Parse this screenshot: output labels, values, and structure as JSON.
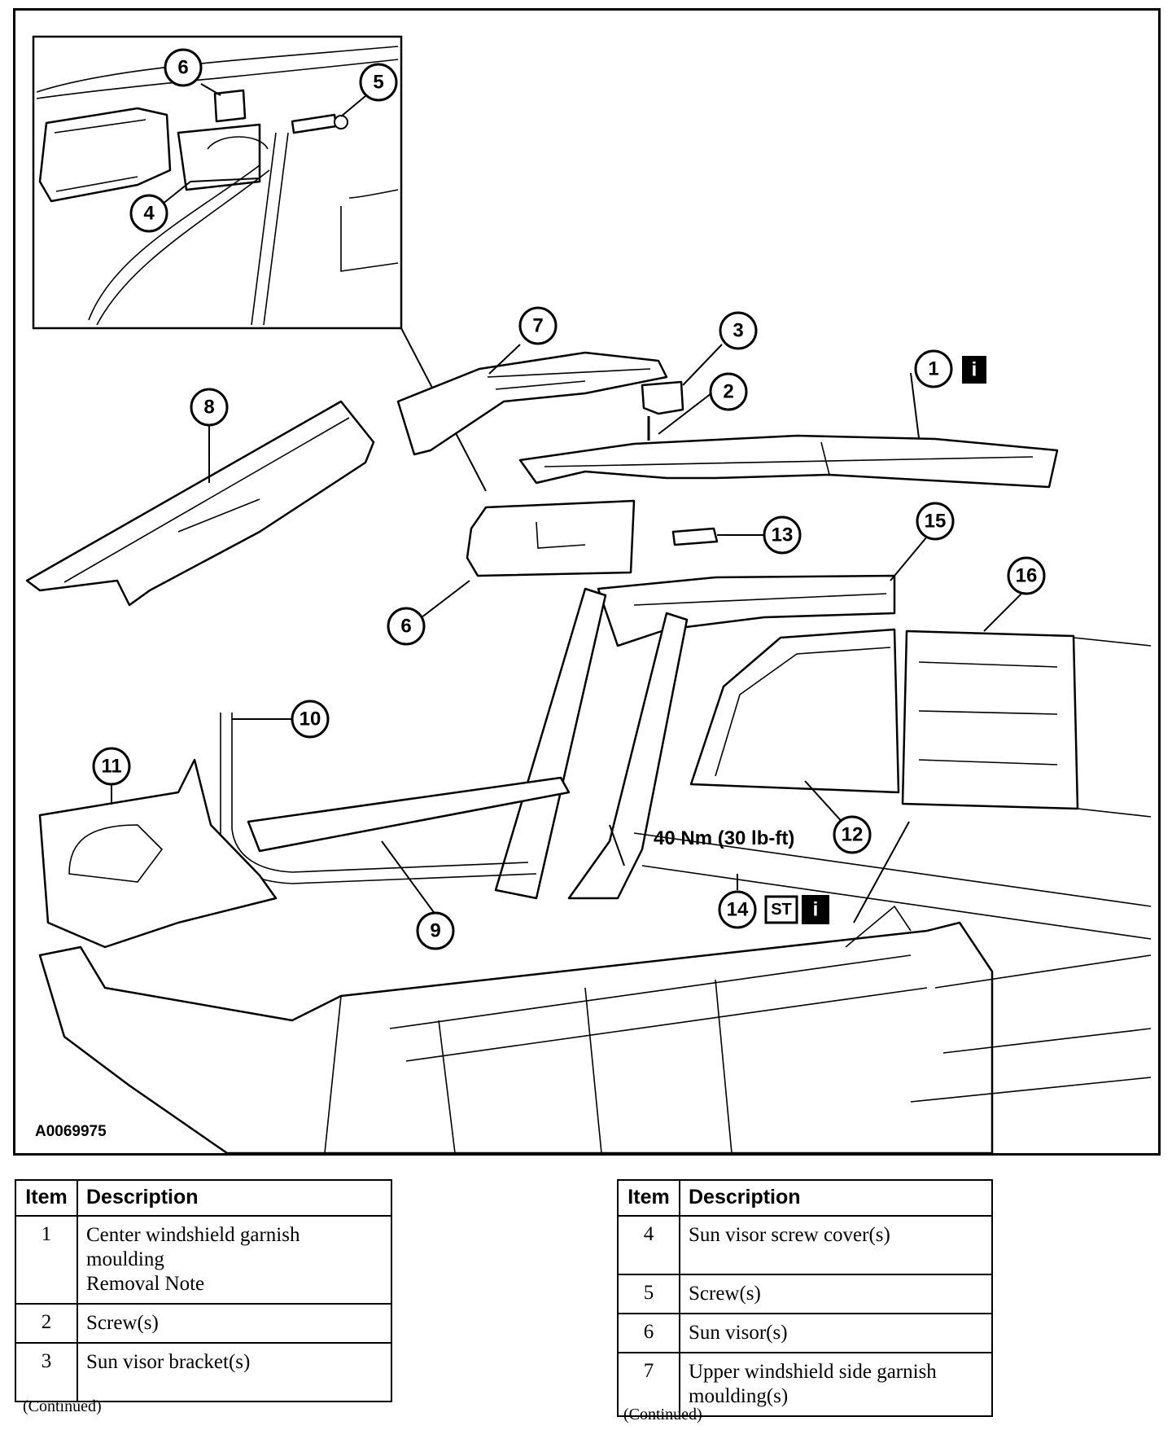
{
  "diagram": {
    "figure_id": "A0069975",
    "torque_note": "40 Nm (30 lb-ft)",
    "info_badge": "i",
    "st_badge": "ST",
    "callouts": [
      "1",
      "2",
      "3",
      "4",
      "5",
      "6",
      "6",
      "7",
      "8",
      "9",
      "10",
      "11",
      "12",
      "13",
      "14",
      "15",
      "16"
    ]
  },
  "legend_left": {
    "header_item": "Item",
    "header_description": "Description",
    "rows": [
      {
        "item": "1",
        "description": "Center windshield garnish moulding\nRemoval Note"
      },
      {
        "item": "2",
        "description": "Screw(s)"
      },
      {
        "item": "3",
        "description": "Sun visor bracket(s)"
      }
    ],
    "continued": "(Continued)"
  },
  "legend_right": {
    "header_item": "Item",
    "header_description": "Description",
    "rows": [
      {
        "item": "4",
        "description": "Sun visor screw cover(s)"
      },
      {
        "item": "5",
        "description": "Screw(s)"
      },
      {
        "item": "6",
        "description": "Sun visor(s)"
      },
      {
        "item": "7",
        "description": "Upper windshield side garnish moulding(s)"
      }
    ],
    "continued": "(Continued)"
  }
}
